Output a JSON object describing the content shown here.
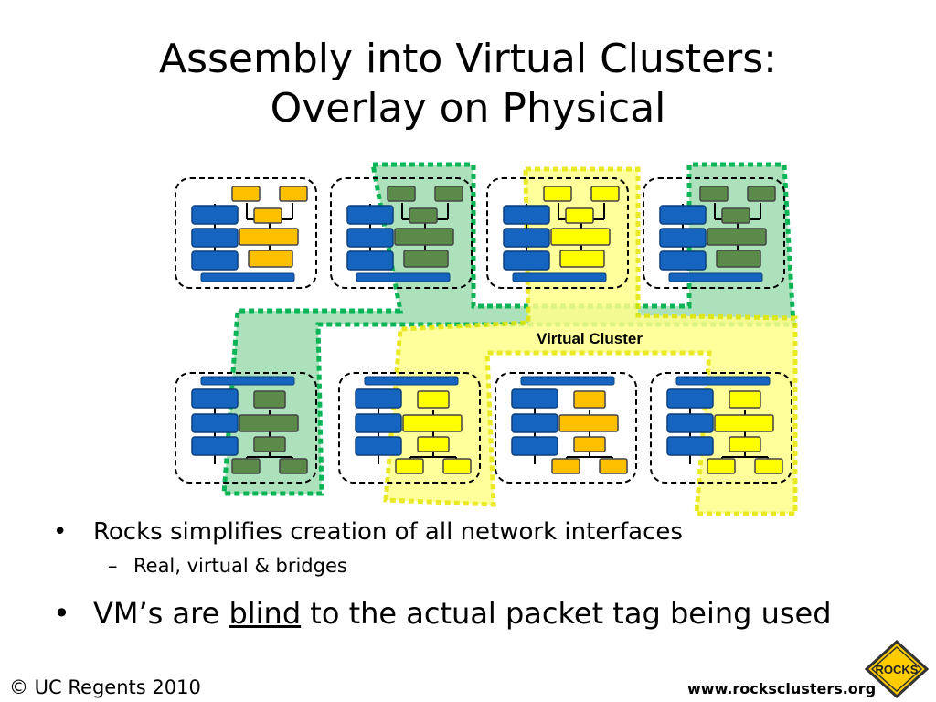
{
  "slide": {
    "title_line1": "Assembly into Virtual Clusters:",
    "title_line2": "Overlay on Physical"
  },
  "diagram": {
    "label": "Virtual Cluster",
    "colors": {
      "physical_blue": "#1565c0",
      "physical_orange": "#ffc000",
      "vm_green": "#5b8a4a",
      "vm_yellow": "#ffff00",
      "region_green_fill": "#a8e0b8",
      "region_green_border": "#00b050",
      "region_yellow_fill": "#ffff8a",
      "region_yellow_border": "#e6e600"
    }
  },
  "bullets": {
    "item1": "Rocks simplifies creation of all network interfaces",
    "item1_sub": "Real, virtual &  bridges",
    "item2_pre": "VM’s are ",
    "item2_underlined": "blind",
    "item2_post": " to the actual packet tag being used"
  },
  "footer": {
    "copyright": "© UC Regents 2010",
    "url": "www.rocksclusters.org",
    "logo_text": "ROCKS"
  }
}
